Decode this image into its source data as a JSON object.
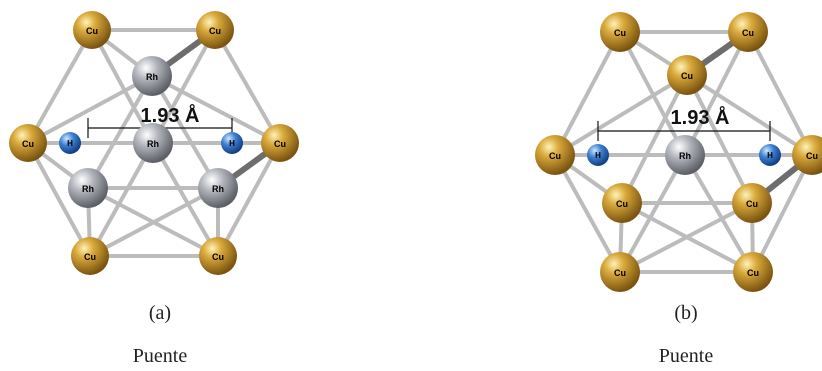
{
  "figures": [
    {
      "letter": "(a)",
      "site": "Puente",
      "distance_label": "1.93  Å",
      "atoms": {
        "cu": "Cu",
        "rh": "Rh",
        "h": "H"
      }
    },
    {
      "letter": "(b)",
      "site": "Puente",
      "distance_label": "1.93  Å",
      "atoms": {
        "cu": "Cu",
        "rh": "Rh",
        "h": "H"
      }
    }
  ],
  "colors": {
    "cu": "#c9962c",
    "rh": "#a6a8b0",
    "h": "#3d7fd0",
    "bond": "#b9b9b9"
  }
}
